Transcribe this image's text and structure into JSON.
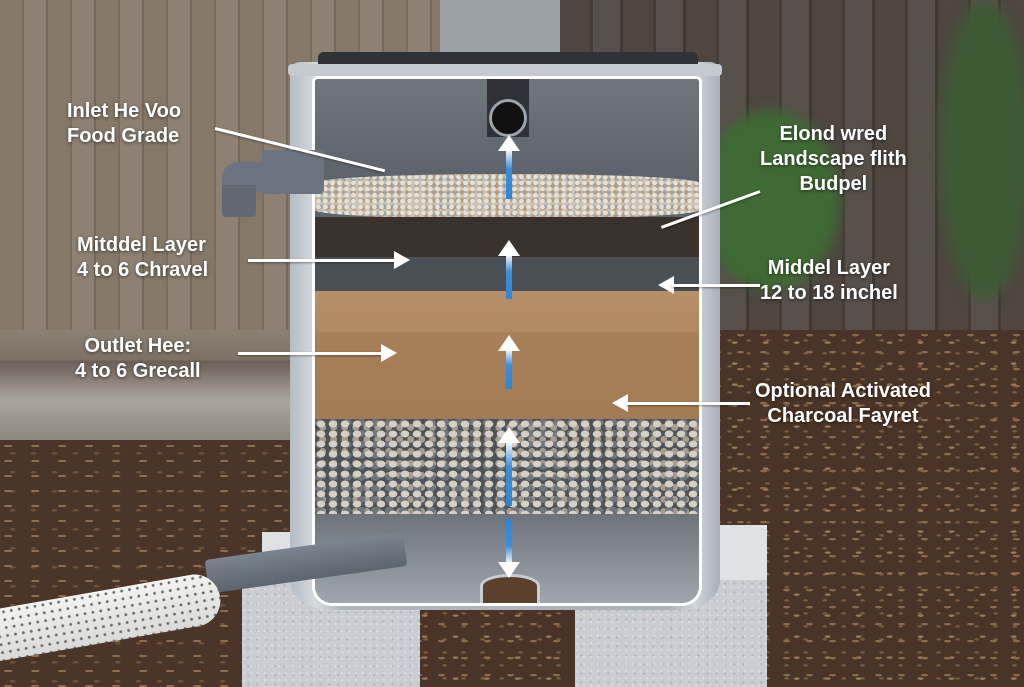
{
  "diagram": {
    "subject": "Rain barrel cutaway filter with layered media",
    "labels": {
      "inlet": {
        "line1": "Inlet He Voo",
        "line2": "Food Grade"
      },
      "top_right": {
        "line1": "Elond wred",
        "line2": "Landscape flith",
        "line3": "Budpel"
      },
      "middle_left": {
        "line1": "Mitddel Layer",
        "line2": "4 to 6 Chravel"
      },
      "middle_right": {
        "line1": "Middel Layer",
        "line2": "12 to 18 inchel"
      },
      "outlet": {
        "line1": "Outlet Hee:",
        "line2": "4 to  6 Grecall"
      },
      "charcoal": {
        "line1": "Optional Activated",
        "line2": "Charcoal Fayret"
      }
    },
    "layers": [
      "fine gravel (top)",
      "dark fabric / landscape band",
      "sand",
      "coarse pebbles",
      "bottom basin with drain"
    ],
    "flow_arrows": [
      "up",
      "up",
      "up",
      "up",
      "down"
    ],
    "colors": {
      "label_text": "#ffffff",
      "flow_arrow": "#2f86d4",
      "sand": "#a77f58",
      "barrel": "#b0b7bf",
      "mulch": "#4a3427",
      "fence": "#7a6d60"
    }
  }
}
